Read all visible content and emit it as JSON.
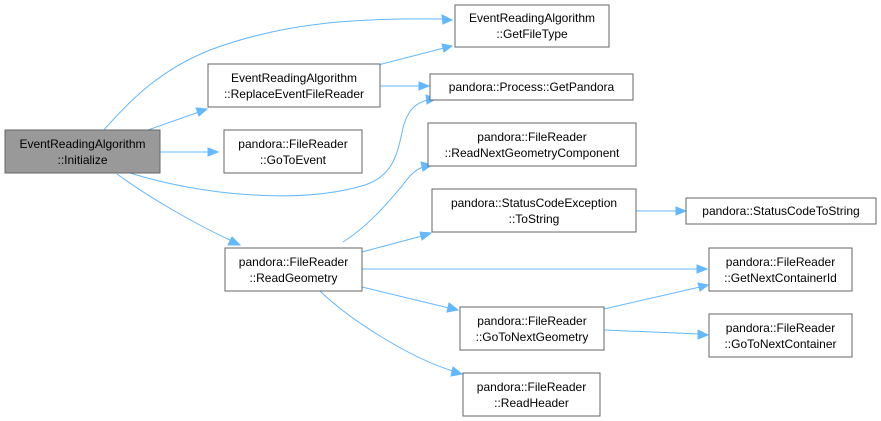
{
  "graph": {
    "nodes": {
      "initialize": {
        "line1": "EventReadingAlgorithm",
        "line2": "::Initialize"
      },
      "get_file_type": {
        "line1": "EventReadingAlgorithm",
        "line2": "::GetFileType"
      },
      "replace_event_file_reader": {
        "line1": "EventReadingAlgorithm",
        "line2": "::ReplaceEventFileReader"
      },
      "get_pandora": {
        "line1": "pandora::Process::GetPandora"
      },
      "go_to_event": {
        "line1": "pandora::FileReader",
        "line2": "::GoToEvent"
      },
      "read_next_geometry_component": {
        "line1": "pandora::FileReader",
        "line2": "::ReadNextGeometryComponent"
      },
      "status_code_exception_to_string": {
        "line1": "pandora::StatusCodeException",
        "line2": "::ToString"
      },
      "status_code_to_string": {
        "line1": "pandora::StatusCodeToString"
      },
      "read_geometry": {
        "line1": "pandora::FileReader",
        "line2": "::ReadGeometry"
      },
      "get_next_container_id": {
        "line1": "pandora::FileReader",
        "line2": "::GetNextContainerId"
      },
      "go_to_next_geometry": {
        "line1": "pandora::FileReader",
        "line2": "::GoToNextGeometry"
      },
      "go_to_next_container": {
        "line1": "pandora::FileReader",
        "line2": "::GoToNextContainer"
      },
      "read_header": {
        "line1": "pandora::FileReader",
        "line2": "::ReadHeader"
      }
    },
    "colors": {
      "edge": "#63b8ff",
      "node_border": "#666666",
      "root_fill": "#999999",
      "node_fill": "#ffffff"
    }
  }
}
